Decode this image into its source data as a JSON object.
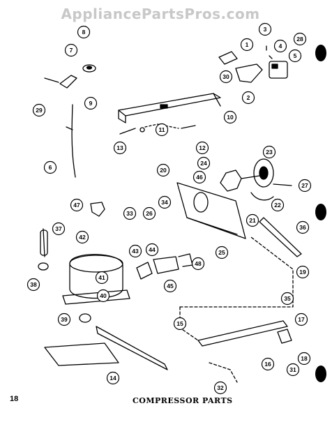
{
  "watermark": "AppliancePartsPros.com",
  "page_number": "18",
  "caption": "COMPRESSOR PARTS",
  "callouts": [
    "1",
    "2",
    "3",
    "4",
    "5",
    "6",
    "7",
    "8",
    "9",
    "10",
    "11",
    "12",
    "13",
    "14",
    "15",
    "16",
    "17",
    "18",
    "19",
    "20",
    "21",
    "22",
    "23",
    "24",
    "25",
    "26",
    "27",
    "28",
    "29",
    "30",
    "31",
    "32",
    "33",
    "34",
    "35",
    "36",
    "37",
    "38",
    "39",
    "40",
    "41",
    "42",
    "43",
    "44",
    "45",
    "46",
    "47",
    "48"
  ]
}
